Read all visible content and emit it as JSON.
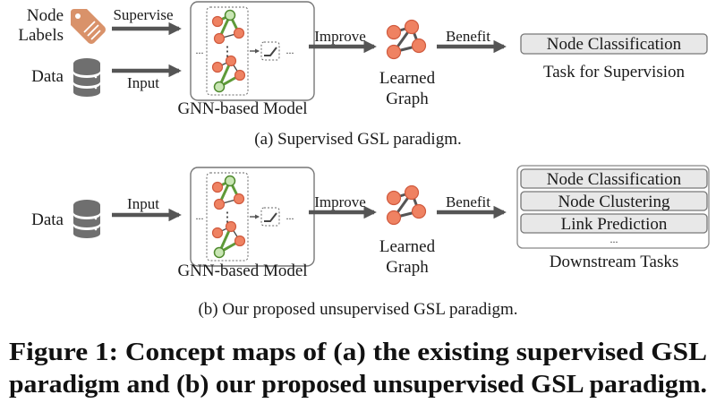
{
  "panel_a": {
    "inputs": {
      "node_labels_line1": "Node",
      "node_labels_line2": "Labels",
      "data": "Data"
    },
    "arrows": {
      "supervise": "Supervise",
      "input": "Input",
      "improve": "Improve",
      "benefit": "Benefit"
    },
    "model": {
      "ellipsis": "...",
      "vdots": "⋮",
      "label": "GNN-based Model"
    },
    "learned_graph": {
      "line1": "Learned",
      "line2": "Graph"
    },
    "task": {
      "item": "Node Classification",
      "caption": "Task for Supervision"
    },
    "subcaption": "(a)  Supervised GSL paradigm."
  },
  "panel_b": {
    "inputs": {
      "data": "Data"
    },
    "arrows": {
      "input": "Input",
      "improve": "Improve",
      "benefit": "Benefit"
    },
    "model": {
      "ellipsis": "...",
      "vdots": "⋮",
      "label": "GNN-based Model"
    },
    "learned_graph": {
      "line1": "Learned",
      "line2": "Graph"
    },
    "tasks": {
      "items": [
        "Node Classification",
        "Node Clustering",
        "Link Prediction"
      ],
      "more": "...",
      "caption": "Downstream Tasks"
    },
    "subcaption": "(b)  Our proposed unsupervised GSL paradigm."
  },
  "figure_caption": {
    "line1": "Figure 1: Concept maps of (a) the existing supervised GSL",
    "line2": "paradigm and (b) our proposed unsupervised GSL paradigm."
  },
  "colors": {
    "node_orange": "#ef8262",
    "node_green": "#c9e6b4",
    "edge_green": "#5e9a38",
    "tag_brown": "#d9926a",
    "database_gray": "#6f6f6f",
    "arrow_gray": "#555555",
    "task_fill": "#e8e8e8"
  }
}
